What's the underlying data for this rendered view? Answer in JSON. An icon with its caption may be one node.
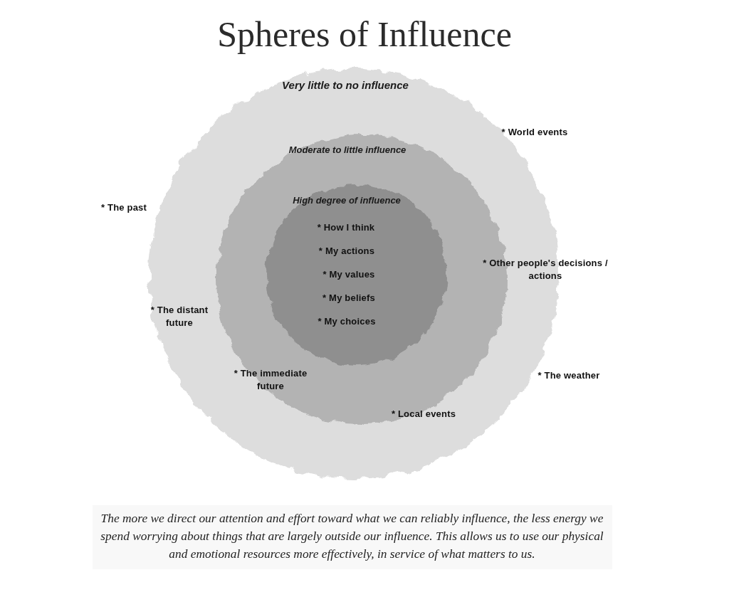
{
  "diagram": {
    "title": "Spheres of Influence",
    "caption": "The more we direct our attention and effort toward what we can reliably influence, the less energy we spend worrying about things that are largely outside our influence. This allows us to use our physical and emotional resources more effectively, in service of what matters to us.",
    "nodes": [
      {
        "text": [
          "Very little to no influence",
          "* The distant future",
          "* Local events"
        ],
        "beside": [
          "* World events",
          "* The past",
          "* Other people's decisions / actions",
          "* The weather"
        ]
      },
      {
        "text": [
          "Moderate to little influence",
          "* The immediate future"
        ],
        "in": 0
      },
      {
        "text": [
          "High degree of influence",
          "* How I think",
          "* My actions",
          "* My values",
          "* My beliefs",
          "* My choices"
        ],
        "in": 1
      }
    ]
  }
}
